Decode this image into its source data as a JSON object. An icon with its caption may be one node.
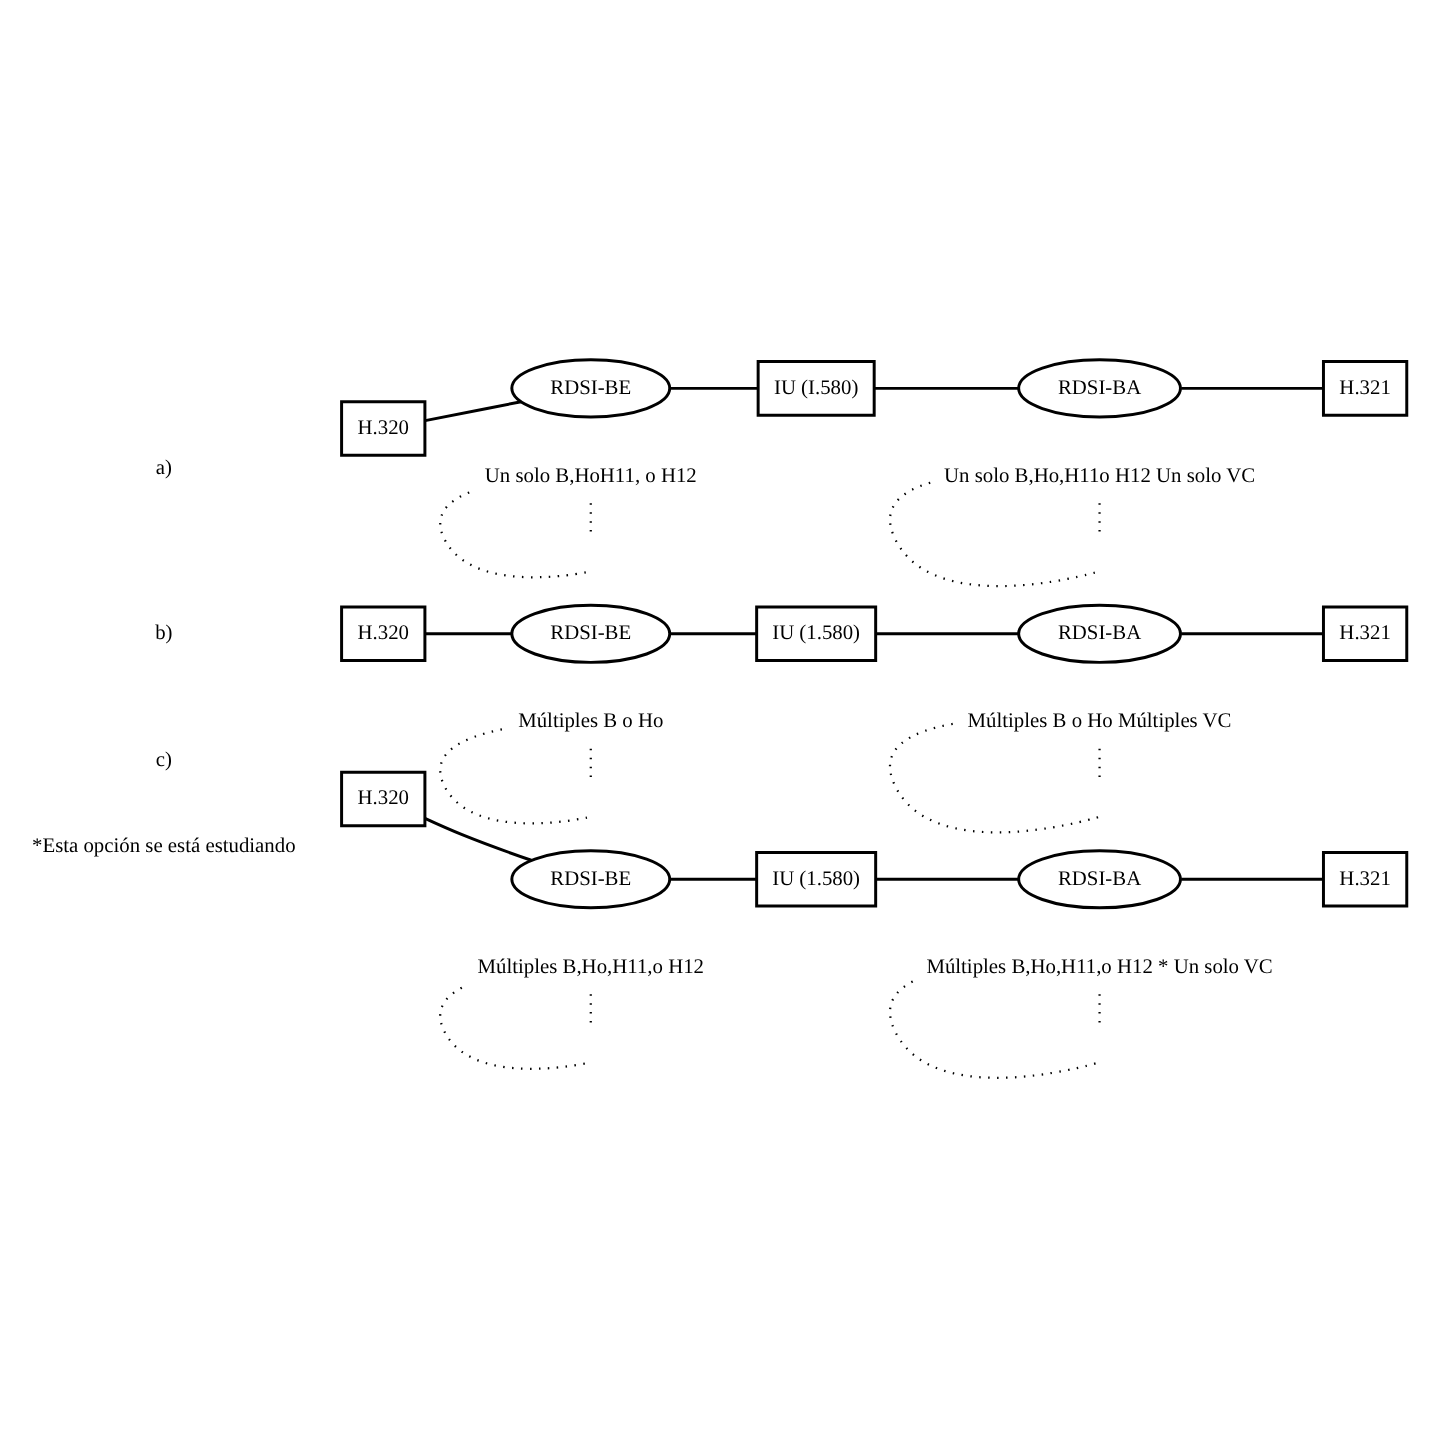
{
  "diagram": {
    "nodes": [
      {
        "text": [
          "H.320"
        ]
      },
      {
        "text": [
          "RDSI-BE"
        ]
      },
      {
        "text": [
          "IU (I.580)"
        ]
      },
      {
        "text": [
          "RDSI-BA"
        ]
      },
      {
        "text": [
          "H.321"
        ]
      },
      {
        "text": [
          "Un solo B,HoH11, o H12"
        ]
      },
      {
        "text": [
          "Un solo B,Ho,H11o H12 Un solo VC"
        ]
      },
      {
        "text": [
          "H.320"
        ]
      },
      {
        "text": [
          "RDSI-BE"
        ]
      },
      {
        "text": [
          "IU (1.580)"
        ]
      },
      {
        "text": [
          "RDSI-BA"
        ]
      },
      {
        "text": [
          "H.321"
        ]
      },
      {
        "text": [
          "Múltiples B o Ho"
        ]
      },
      {
        "text": [
          "Múltiples B o Ho Múltiples VC"
        ]
      },
      {
        "text": [
          "H.320"
        ]
      },
      {
        "text": [
          "RDSI-BE"
        ]
      },
      {
        "text": [
          "IU (1.580)"
        ]
      },
      {
        "text": [
          "RDSI-BA"
        ]
      },
      {
        "text": [
          "H.321"
        ]
      },
      {
        "text": [
          "Múltiples B,Ho,H11,o H12"
        ]
      },
      {
        "text": [
          "Múltiples B,Ho,H11,o H12 * Un solo VC"
        ]
      }
    ],
    "edges": [
      {
        "from": 0,
        "to": 1,
        "arrow": "none"
      },
      {
        "from": 1,
        "to": 2,
        "arrow": "none"
      },
      {
        "from": 2,
        "to": 3,
        "arrow": "none"
      },
      {
        "from": 3,
        "to": 4,
        "arrow": "none"
      },
      {
        "from": 5,
        "to": null,
        "arrow": "none",
        "style": "dashed"
      },
      {
        "from": 5,
        "to": null,
        "arrow": "none",
        "style": "dashed"
      },
      {
        "from": 6,
        "to": null,
        "arrow": "none",
        "style": "dashed"
      },
      {
        "from": 6,
        "to": null,
        "arrow": "none",
        "style": "dashed"
      },
      {
        "from": 7,
        "to": 8,
        "arrow": "none"
      },
      {
        "from": 8,
        "to": 9,
        "arrow": "none"
      },
      {
        "from": 9,
        "to": 10,
        "arrow": "none"
      },
      {
        "from": 10,
        "to": 11,
        "arrow": "none"
      },
      {
        "from": 12,
        "to": null,
        "arrow": "none",
        "style": "dashed"
      },
      {
        "from": 12,
        "to": null,
        "arrow": "none",
        "style": "dashed"
      },
      {
        "from": 13,
        "to": null,
        "arrow": "none",
        "style": "dashed"
      },
      {
        "from": 13,
        "to": null,
        "arrow": "none",
        "style": "dashed"
      },
      {
        "from": 14,
        "to": 15,
        "arrow": "none"
      },
      {
        "from": 15,
        "to": 16,
        "arrow": "none"
      },
      {
        "from": 16,
        "to": 17,
        "arrow": "none"
      },
      {
        "from": 17,
        "to": 18,
        "arrow": "none"
      },
      {
        "from": 19,
        "to": null,
        "arrow": "none",
        "style": "dashed"
      },
      {
        "from": 19,
        "to": null,
        "arrow": "none",
        "style": "dashed"
      },
      {
        "from": 20,
        "to": null,
        "arrow": "none",
        "style": "dashed"
      },
      {
        "from": 20,
        "to": null,
        "arrow": "none",
        "style": "dashed"
      }
    ],
    "labels": [
      "a)",
      "b)",
      "c)",
      "*Esta opción se está estudiando"
    ]
  }
}
